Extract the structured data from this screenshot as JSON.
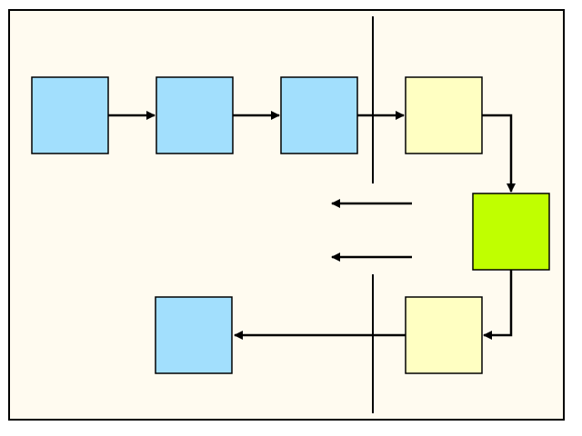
{
  "diagram": {
    "colors": {
      "panel_fill": "#fffbf0",
      "outline": "#000000",
      "blue_box": "#a2dffd",
      "yellow_box": "#ffffc2",
      "green_box": "#c0ff00",
      "arrow": "#000000"
    },
    "boxes": [
      {
        "id": "box-blue-1",
        "color_key": "blue_box"
      },
      {
        "id": "box-blue-2",
        "color_key": "blue_box"
      },
      {
        "id": "box-blue-3",
        "color_key": "blue_box"
      },
      {
        "id": "box-yellow-top",
        "color_key": "yellow_box"
      },
      {
        "id": "box-green",
        "color_key": "green_box"
      },
      {
        "id": "box-yellow-bottom",
        "color_key": "yellow_box"
      },
      {
        "id": "box-blue-bottom",
        "color_key": "blue_box"
      }
    ],
    "connections": [
      {
        "from": "box-blue-1",
        "to": "box-blue-2"
      },
      {
        "from": "box-blue-2",
        "to": "box-blue-3"
      },
      {
        "from": "box-blue-3",
        "to": "box-yellow-top"
      },
      {
        "from": "box-yellow-top",
        "to": "box-green"
      },
      {
        "from": "box-green",
        "to": "box-yellow-bottom"
      },
      {
        "from": "box-yellow-bottom",
        "to": "box-blue-bottom"
      }
    ]
  }
}
